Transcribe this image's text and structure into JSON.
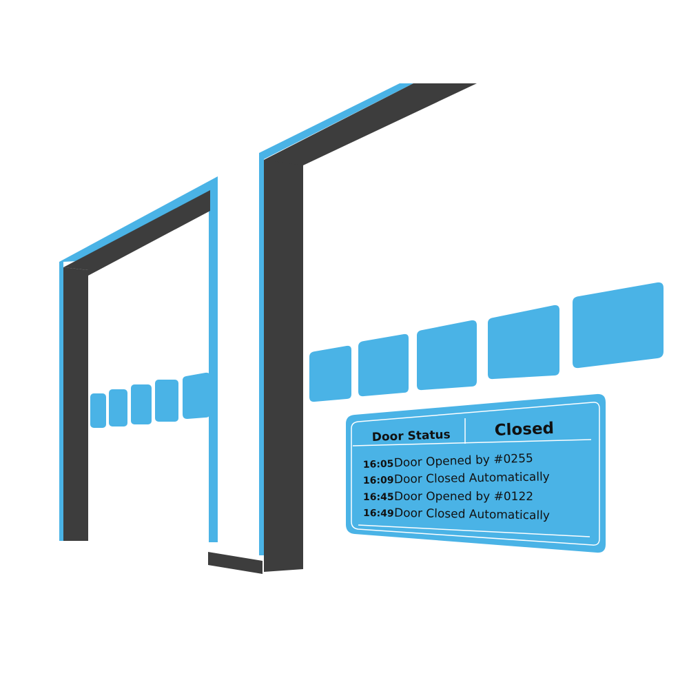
{
  "colors": {
    "accent": "#4ab3e6",
    "frame": "#3d3d3d",
    "text": "#111111",
    "panel_line": "#ffffff",
    "background": "#ffffff"
  },
  "status_panel": {
    "label": "Door Status",
    "state": "Closed",
    "log": [
      {
        "time": "16:05",
        "event": "Door Opened by #0255"
      },
      {
        "time": "16:09",
        "event": "Door Closed Automatically"
      },
      {
        "time": "16:45",
        "event": "Door Opened by #0122"
      },
      {
        "time": "16:49",
        "event": "Door Closed Automatically"
      }
    ]
  }
}
